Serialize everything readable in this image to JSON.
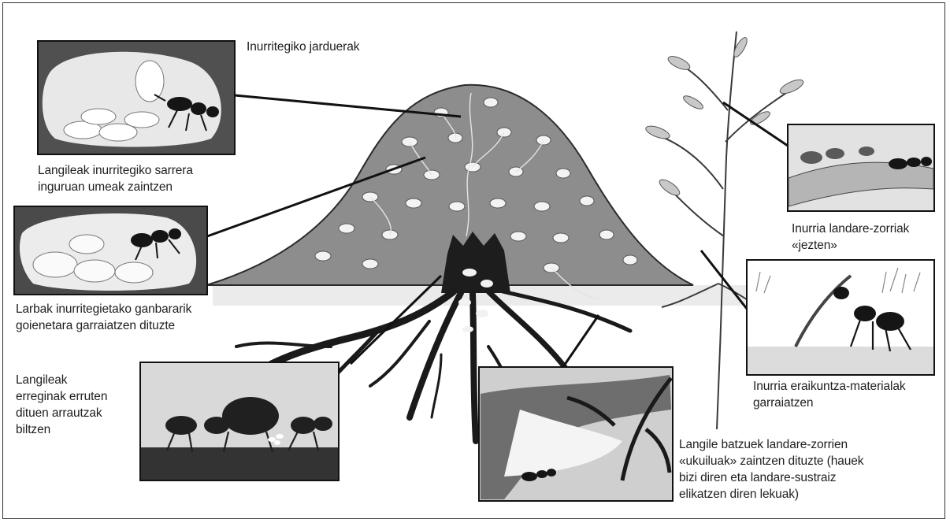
{
  "diagram": {
    "title": "Inurritegiko jarduerak",
    "captions": {
      "brood_care": "Langileak inurritegiko sarrera\ninguruan umeak zaintzen",
      "larvae_transport": "Larbak inurritegietako ganbararik\ngoienetara garraiatzen dituzte",
      "egg_collection": "Langileak\nerreginak erruten\ndituen arrautzak\nbiltzen",
      "aphid_milking": "Inurria landare-zorriak\n«jezten»",
      "material_transport": "Inurria eraikuntza-materialak\ngarraiatzen",
      "aphid_stables": "Langile batzuek landare-zorrien\n«ukuiluak» zaintzen dituzte (hauek\nbizi diren eta landare-sustraiz\nelikatzen diren lekuak)"
    },
    "colors": {
      "mound": "#8a8a8a",
      "ink": "#1a1a1a",
      "ground": "#e6e6e6",
      "chamber": "#f2f2f2"
    }
  }
}
